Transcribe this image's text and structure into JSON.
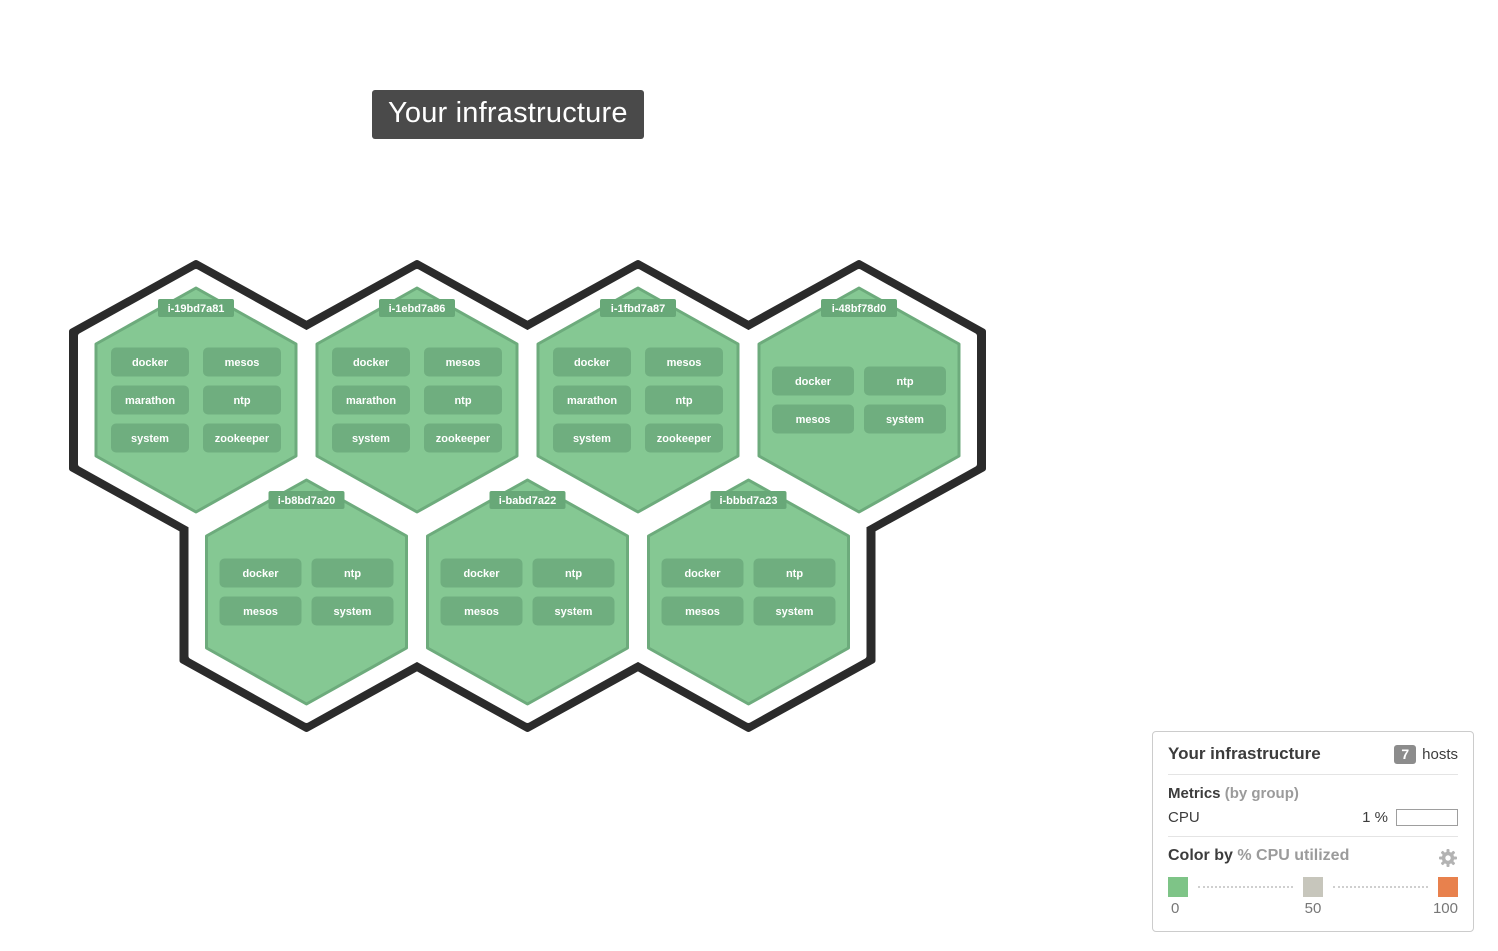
{
  "title": "Your infrastructure",
  "hexmap": {
    "colors": {
      "hex_fill": "#85c893",
      "hex_edge": "#6dab7c",
      "tag_fill": "#6fae7f",
      "label_fill": "#68a878",
      "outline": "#2b2b2b"
    },
    "hosts": [
      {
        "name": "i-19bd7a81",
        "row": 0,
        "col": 0,
        "tags": [
          "docker",
          "mesos",
          "marathon",
          "ntp",
          "system",
          "zookeeper"
        ]
      },
      {
        "name": "i-1ebd7a86",
        "row": 0,
        "col": 1,
        "tags": [
          "docker",
          "mesos",
          "marathon",
          "ntp",
          "system",
          "zookeeper"
        ]
      },
      {
        "name": "i-1fbd7a87",
        "row": 0,
        "col": 2,
        "tags": [
          "docker",
          "mesos",
          "marathon",
          "ntp",
          "system",
          "zookeeper"
        ]
      },
      {
        "name": "i-48bf78d0",
        "row": 0,
        "col": 3,
        "tags": [
          "docker",
          "ntp",
          "mesos",
          "system"
        ]
      },
      {
        "name": "i-b8bd7a20",
        "row": 1,
        "col": 0,
        "tags": [
          "docker",
          "ntp",
          "mesos",
          "system"
        ]
      },
      {
        "name": "i-babd7a22",
        "row": 1,
        "col": 1,
        "tags": [
          "docker",
          "ntp",
          "mesos",
          "system"
        ]
      },
      {
        "name": "i-bbbd7a23",
        "row": 1,
        "col": 2,
        "tags": [
          "docker",
          "ntp",
          "mesos",
          "system"
        ]
      }
    ]
  },
  "panel": {
    "title": "Your infrastructure",
    "host_count": "7",
    "host_count_label": "hosts",
    "metrics_label": "Metrics",
    "metrics_sub": "(by group)",
    "metric_rows": [
      {
        "name": "CPU",
        "value": "1 %"
      }
    ],
    "color_by_label": "Color by",
    "color_by_metric": "% CPU utilized",
    "scale": {
      "min": "0",
      "mid": "50",
      "max": "100",
      "min_color": "#7ec487",
      "mid_color": "#c7c6bc",
      "max_color": "#e8814d"
    }
  }
}
